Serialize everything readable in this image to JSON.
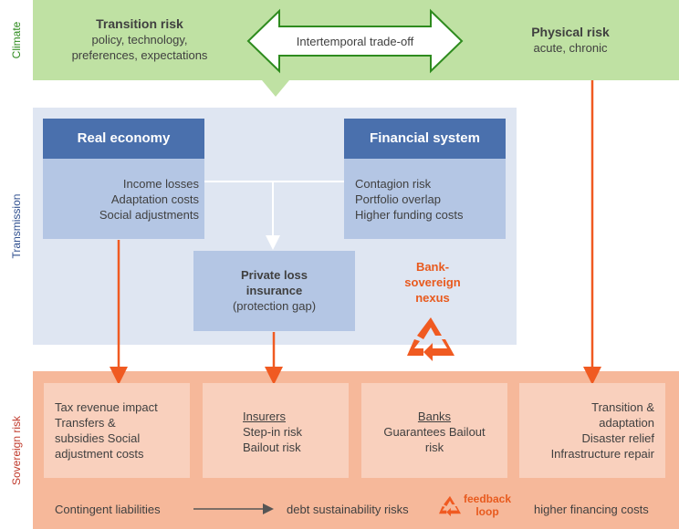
{
  "side_labels": {
    "climate": "Climate",
    "transmission": "Transmission",
    "sovereign": "Sovereign risk"
  },
  "climate": {
    "transition_title": "Transition risk",
    "transition_lines": [
      "policy, technology,",
      "preferences, expectations"
    ],
    "tradeoff": "Intertemporal trade-off",
    "physical_title": "Physical risk",
    "physical_sub": "acute, chronic"
  },
  "transmission": {
    "real_economy": {
      "title": "Real economy",
      "items": [
        "Income losses",
        "Adaptation costs",
        "Social adjustments"
      ]
    },
    "financial_system": {
      "title": "Financial system",
      "items": [
        "Contagion risk",
        "Portfolio overlap",
        "Higher funding costs"
      ]
    },
    "private_loss": {
      "title_lines": [
        "Private loss",
        "insurance"
      ],
      "sub": "(protection gap)"
    },
    "nexus_lines": [
      "Bank-",
      "sovereign",
      "nexus"
    ]
  },
  "sovereign": {
    "boxes": [
      {
        "lines": [
          "Tax revenue impact",
          "Transfers &",
          "subsidies Social",
          "adjustment costs"
        ]
      },
      {
        "heading": "Insurers",
        "lines": [
          "Step-in risk",
          "Bailout risk"
        ]
      },
      {
        "heading": "Banks",
        "lines": [
          "Guarantees Bailout",
          "risk"
        ]
      },
      {
        "lines": [
          "Transition &",
          "adaptation",
          "Disaster relief",
          "Infrastructure repair"
        ]
      }
    ],
    "contingent": "Contingent liabilities",
    "debt": "debt sustainability risks",
    "feedback_lines": [
      "feedback",
      "loop"
    ],
    "financing": "higher financing costs"
  },
  "colors": {
    "climate_green": "#bfe1a3",
    "transmission_bg": "#dfe6f2",
    "header_blue": "#4a70ad",
    "sub_blue": "#b4c6e4",
    "sovereign_orange": "#f6b89a",
    "box_pink": "#f9d0bd",
    "arrow_orange": "#f05a21",
    "arrow_green": "#2e8b1e"
  },
  "icons": {
    "recycle": "recycle-icon"
  }
}
